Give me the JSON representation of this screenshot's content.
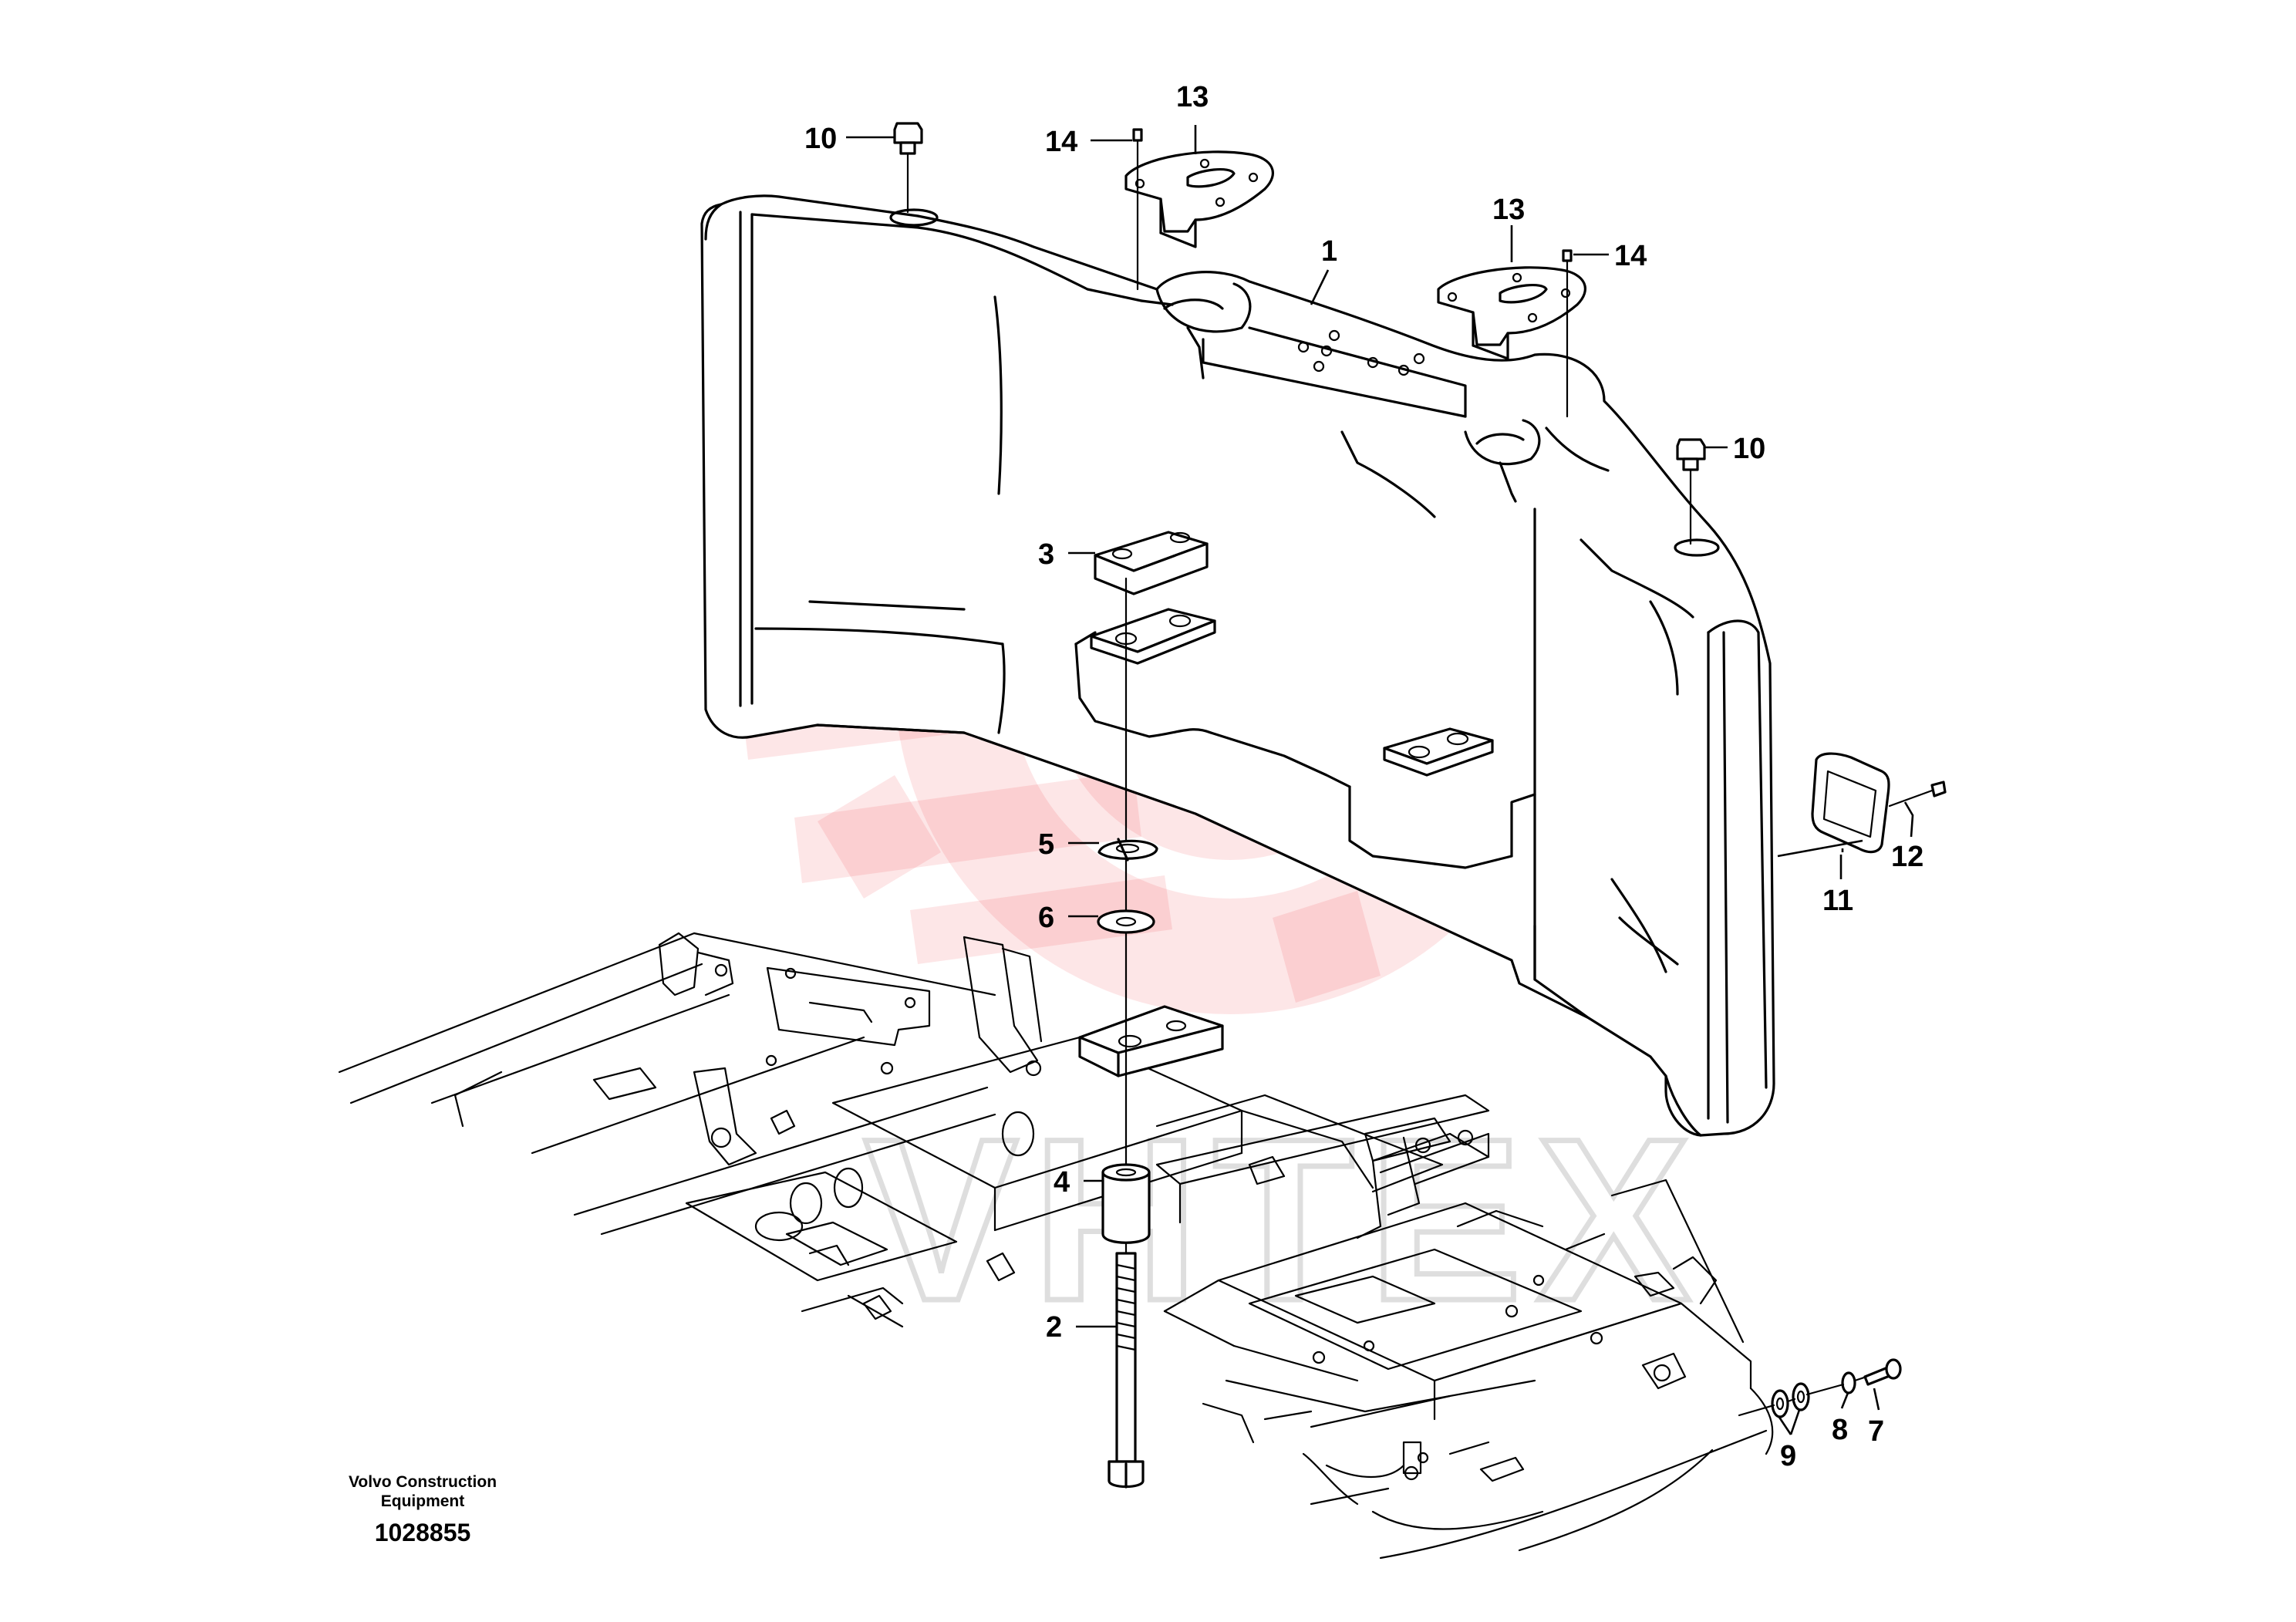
{
  "callouts": {
    "c1": "1",
    "c2": "2",
    "c3": "3",
    "c4": "4",
    "c5": "5",
    "c6": "6",
    "c7": "7",
    "c8": "8",
    "c9": "9",
    "c10a": "10",
    "c10b": "10",
    "c11": "11",
    "c12": "12",
    "c13a": "13",
    "c13b": "13",
    "c14a": "14",
    "c14b": "14"
  },
  "footer": {
    "brand_line1": "Volvo Construction",
    "brand_line2": "Equipment",
    "drawing_number": "1028855"
  },
  "watermark": {
    "text": "VHTEX",
    "color": "#ec1c24"
  }
}
